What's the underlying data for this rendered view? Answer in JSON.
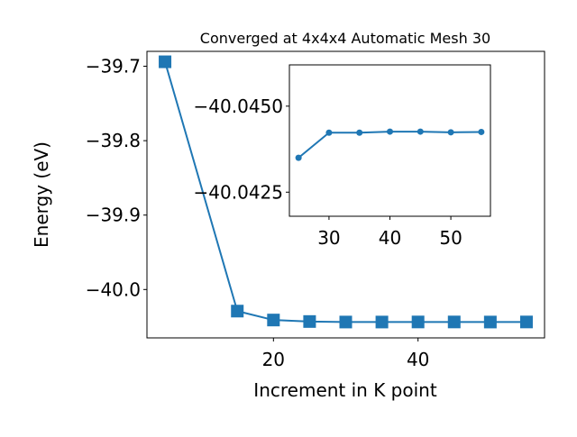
{
  "colors": {
    "series": "#1f77b4",
    "axis": "#000000",
    "background": "#ffffff"
  },
  "chart_data": [
    {
      "type": "line",
      "title": "Converged at 4x4x4 Automatic Mesh 30",
      "xlabel": "Increment in K point",
      "ylabel": "Energy (eV)",
      "xlim": [
        2.5,
        57.5
      ],
      "ylim": [
        -40.065,
        -39.68
      ],
      "xticks": [
        20,
        40
      ],
      "xtick_labels": [
        "20",
        "40"
      ],
      "yticks": [
        -39.7,
        -39.8,
        -39.9,
        -40.0
      ],
      "ytick_labels": [
        "−39.7",
        "−39.8",
        "−39.9",
        "−40.0"
      ],
      "marker": "square",
      "grid": false,
      "series": [
        {
          "x": [
            5,
            15,
            20,
            25,
            30,
            35,
            40,
            45,
            50,
            55
          ],
          "y": [
            -39.694,
            -40.029,
            -40.041,
            -40.043,
            -40.0437,
            -40.0437,
            -40.0436,
            -40.0436,
            -40.0437,
            -40.0436
          ]
        }
      ]
    },
    {
      "type": "line",
      "xlim": [
        23.5,
        56.5
      ],
      "ylim": [
        -40.0418,
        -40.0462
      ],
      "xticks": [
        30,
        40,
        50
      ],
      "xtick_labels": [
        "30",
        "40",
        "50"
      ],
      "yticks": [
        -40.045,
        -40.0425
      ],
      "ytick_labels": [
        "−40.0450",
        "−40.0425"
      ],
      "marker": "circle",
      "grid": false,
      "series": [
        {
          "x": [
            25,
            30,
            35,
            40,
            45,
            50,
            55
          ],
          "y": [
            -40.0435,
            -40.04423,
            -40.04423,
            -40.04426,
            -40.04426,
            -40.04424,
            -40.04425
          ]
        }
      ]
    }
  ]
}
